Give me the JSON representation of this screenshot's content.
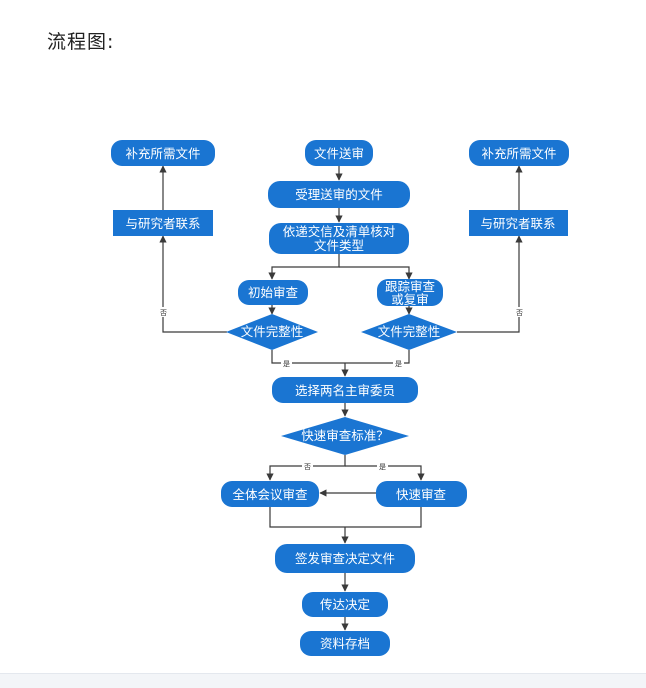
{
  "title": "流程图:",
  "colors": {
    "node": "#1a75d2",
    "edge": "#3a3a3a",
    "text": "#ffffff"
  },
  "nodes": {
    "submit": "文件送审",
    "receive": "受理送审的文件",
    "classify": [
      "依递交信及清单核对",
      "文件类型"
    ],
    "initial_review": "初始审查",
    "follow_review": [
      "跟踪审查",
      "或复审"
    ],
    "complete_left": "文件完整性",
    "complete_right": "文件完整性",
    "contact_left": "与研究者联系",
    "contact_right": "与研究者联系",
    "supplement_left": "补充所需文件",
    "supplement_right": "补充所需文件",
    "choose_reviewers": "选择两名主审委员",
    "fast_criteria": "快速审查标准？",
    "full_meeting": "全体会议审查",
    "fast_review": "快速审查",
    "issue_decision": "签发审查决定文件",
    "deliver_decision": "传达决定",
    "archive": "资料存档"
  },
  "edge_labels": {
    "no_left": "否",
    "no_right": "否",
    "yes_left": "是",
    "yes_right": "是",
    "fast_no": "否",
    "fast_yes": "是"
  }
}
